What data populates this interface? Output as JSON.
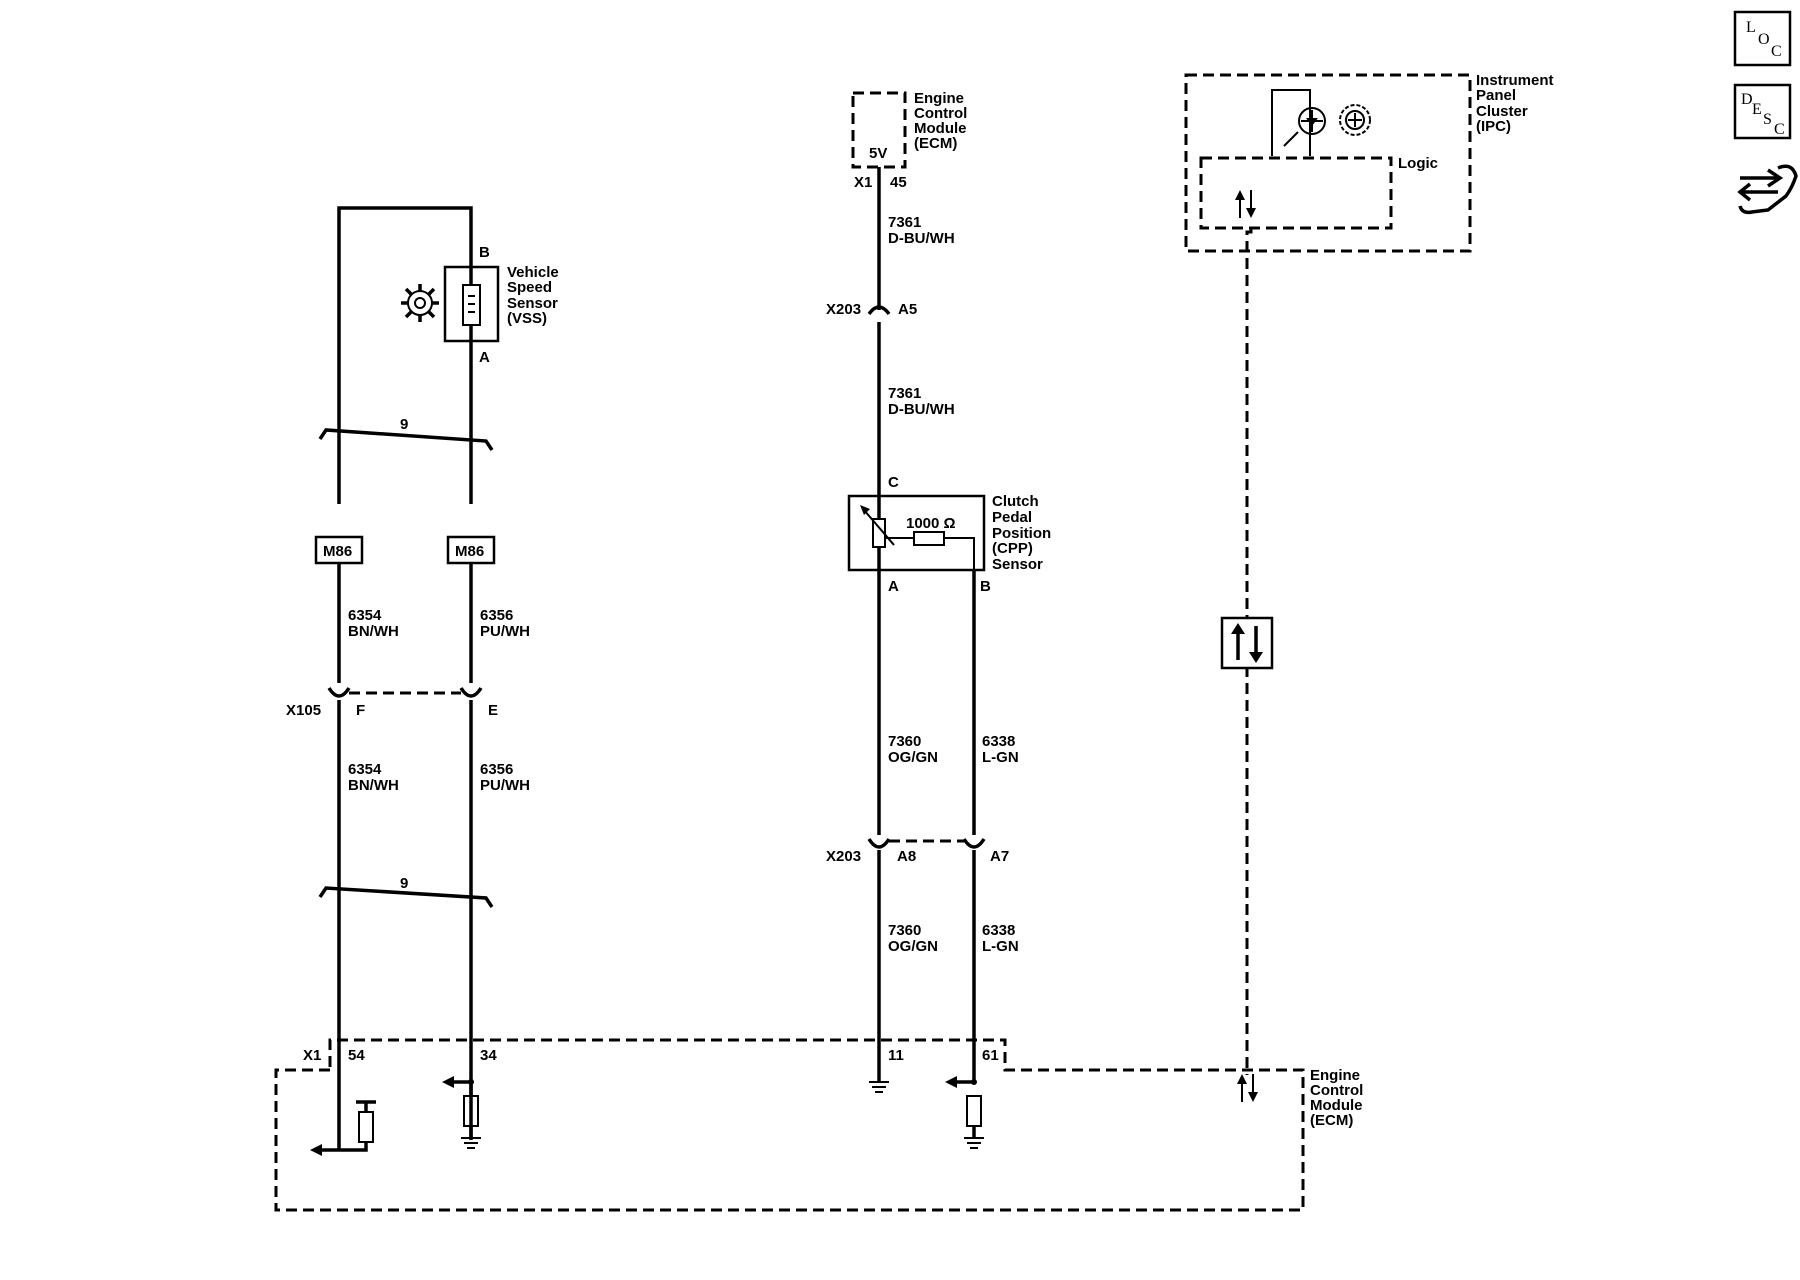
{
  "side_icons": {
    "loc": [
      "L",
      "O",
      "C"
    ],
    "desc": [
      "D",
      "E",
      "S",
      "C"
    ]
  },
  "ecm_top": {
    "title_lines": [
      "Engine",
      "Control",
      "Module",
      "(ECM)"
    ],
    "voltage": "5V",
    "connector": "X1",
    "pin": "45"
  },
  "ipc": {
    "title_lines": [
      "Instrument",
      "Panel",
      "Cluster",
      "(IPC)"
    ],
    "logic_label": "Logic"
  },
  "vss": {
    "title_lines": [
      "Vehicle",
      "Speed",
      "Sensor",
      "(VSS)"
    ],
    "pin_b": "B",
    "pin_a": "A",
    "twist_count_upper": "9",
    "twist_count_lower": "9",
    "shield_left": "M86",
    "shield_right": "M86"
  },
  "vss_wires": {
    "left_upper": [
      "6354",
      "BN/WH"
    ],
    "right_upper": [
      "6356",
      "PU/WH"
    ],
    "left_lower": [
      "6354",
      "BN/WH"
    ],
    "right_lower": [
      "6356",
      "PU/WH"
    ]
  },
  "x105": {
    "connector": "X105",
    "pin_f": "F",
    "pin_e": "E"
  },
  "cpp_wires": {
    "upper_1": [
      "7361",
      "D-BU/WH"
    ],
    "upper_2": [
      "7361",
      "D-BU/WH"
    ],
    "a_mid": [
      "7360",
      "OG/GN"
    ],
    "b_mid": [
      "6338",
      "L-GN"
    ],
    "a_low": [
      "7360",
      "OG/GN"
    ],
    "b_low": [
      "6338",
      "L-GN"
    ]
  },
  "x203_upper": {
    "connector": "X203",
    "pin": "A5"
  },
  "x203_lower": {
    "connector": "X203",
    "pin_a8": "A8",
    "pin_a7": "A7"
  },
  "cpp": {
    "title_lines": [
      "Clutch",
      "Pedal",
      "Position",
      "(CPP)",
      "Sensor"
    ],
    "pin_c": "C",
    "pin_a": "A",
    "pin_b": "B",
    "resistor": "1000 Ω"
  },
  "ecm_bottom": {
    "title_lines": [
      "Engine",
      "Control",
      "Module",
      "(ECM)"
    ],
    "connector": "X1",
    "pins": [
      "54",
      "34",
      "11",
      "61"
    ]
  }
}
